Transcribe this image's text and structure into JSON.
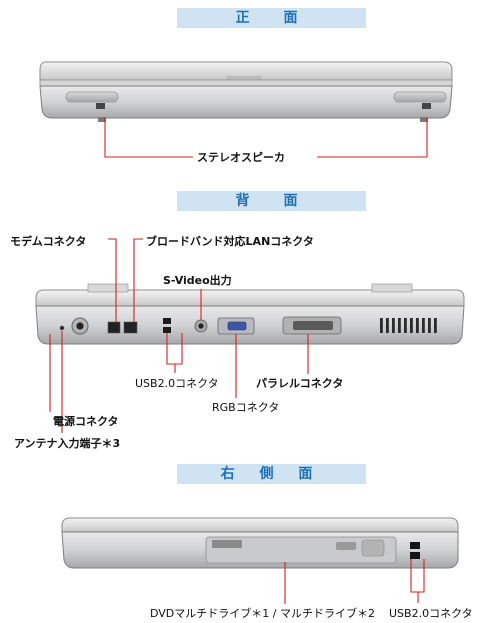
{
  "sections": {
    "front": "正　面",
    "back": "背　面",
    "right": "右 側 面"
  },
  "labels": {
    "stereo_speakers": "ステレオスピーカ",
    "modem": "モデムコネクタ",
    "broadband_lan": "ブロードバンド対応LANコネクタ",
    "svideo": "S-Video出力",
    "usb_back": "USB2.0コネクタ",
    "parallel": "パラレルコネクタ",
    "rgb": "RGBコネクタ",
    "power": "電源コネクタ",
    "antenna": "アンテナ入力端子＊3",
    "dvd": "DVDマルチドライブ＊1 / マルチドライブ＊2",
    "usb_right": "USB2.0コネクタ"
  },
  "colors": {
    "header_bg": "#cfe3f2",
    "header_text": "#1f6fb8",
    "callout_line": "#d62020"
  }
}
